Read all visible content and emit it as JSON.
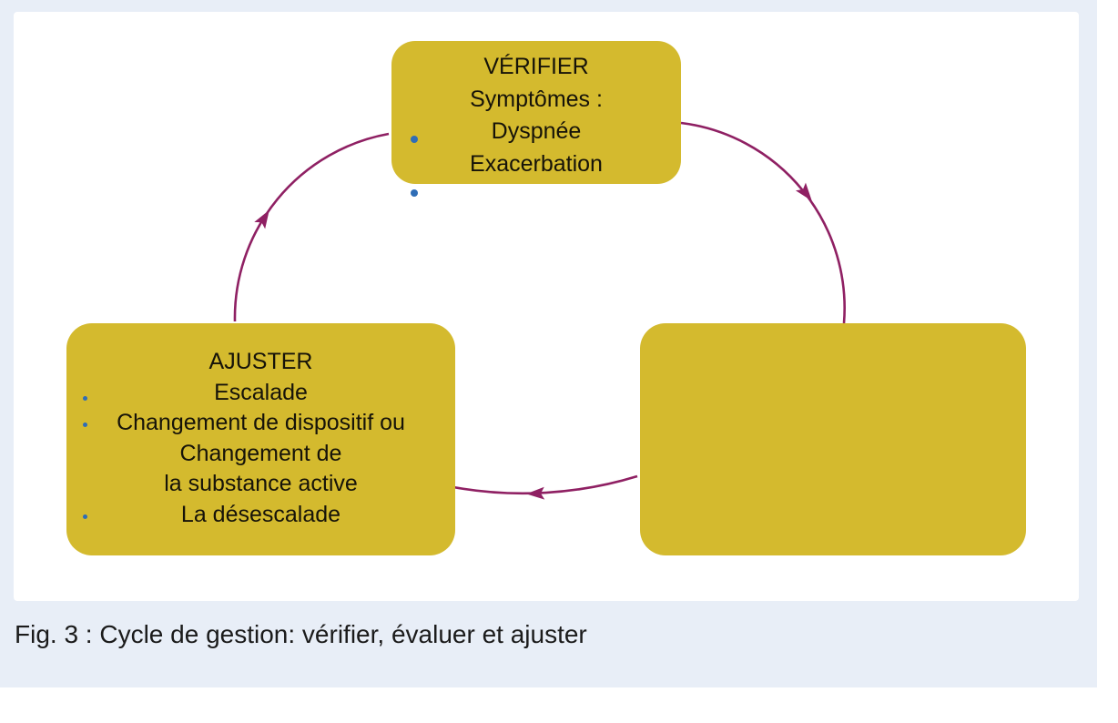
{
  "caption": "Fig. 3 : Cycle de gestion: vérifier, évaluer et ajuster",
  "diagram": {
    "verifier": {
      "title": "VÉRIFIER",
      "line1": "Symptômes :",
      "line2": "Dyspnée",
      "line3": "Exacerbation"
    },
    "evaluer": {
      "title": ""
    },
    "ajuster": {
      "title": "AJUSTER",
      "line1": "Escalade",
      "line2": "Changement de dispositif ou",
      "line3": "Changement de",
      "line4": "la substance active",
      "line5": "La désescalade"
    }
  },
  "colors": {
    "card_bg": "#e8eef7",
    "panel_bg": "#ffffff",
    "node_fill": "#d4ba2e",
    "arrow": "#8f2063",
    "bullet": "#2f6db6",
    "text": "#161309"
  }
}
